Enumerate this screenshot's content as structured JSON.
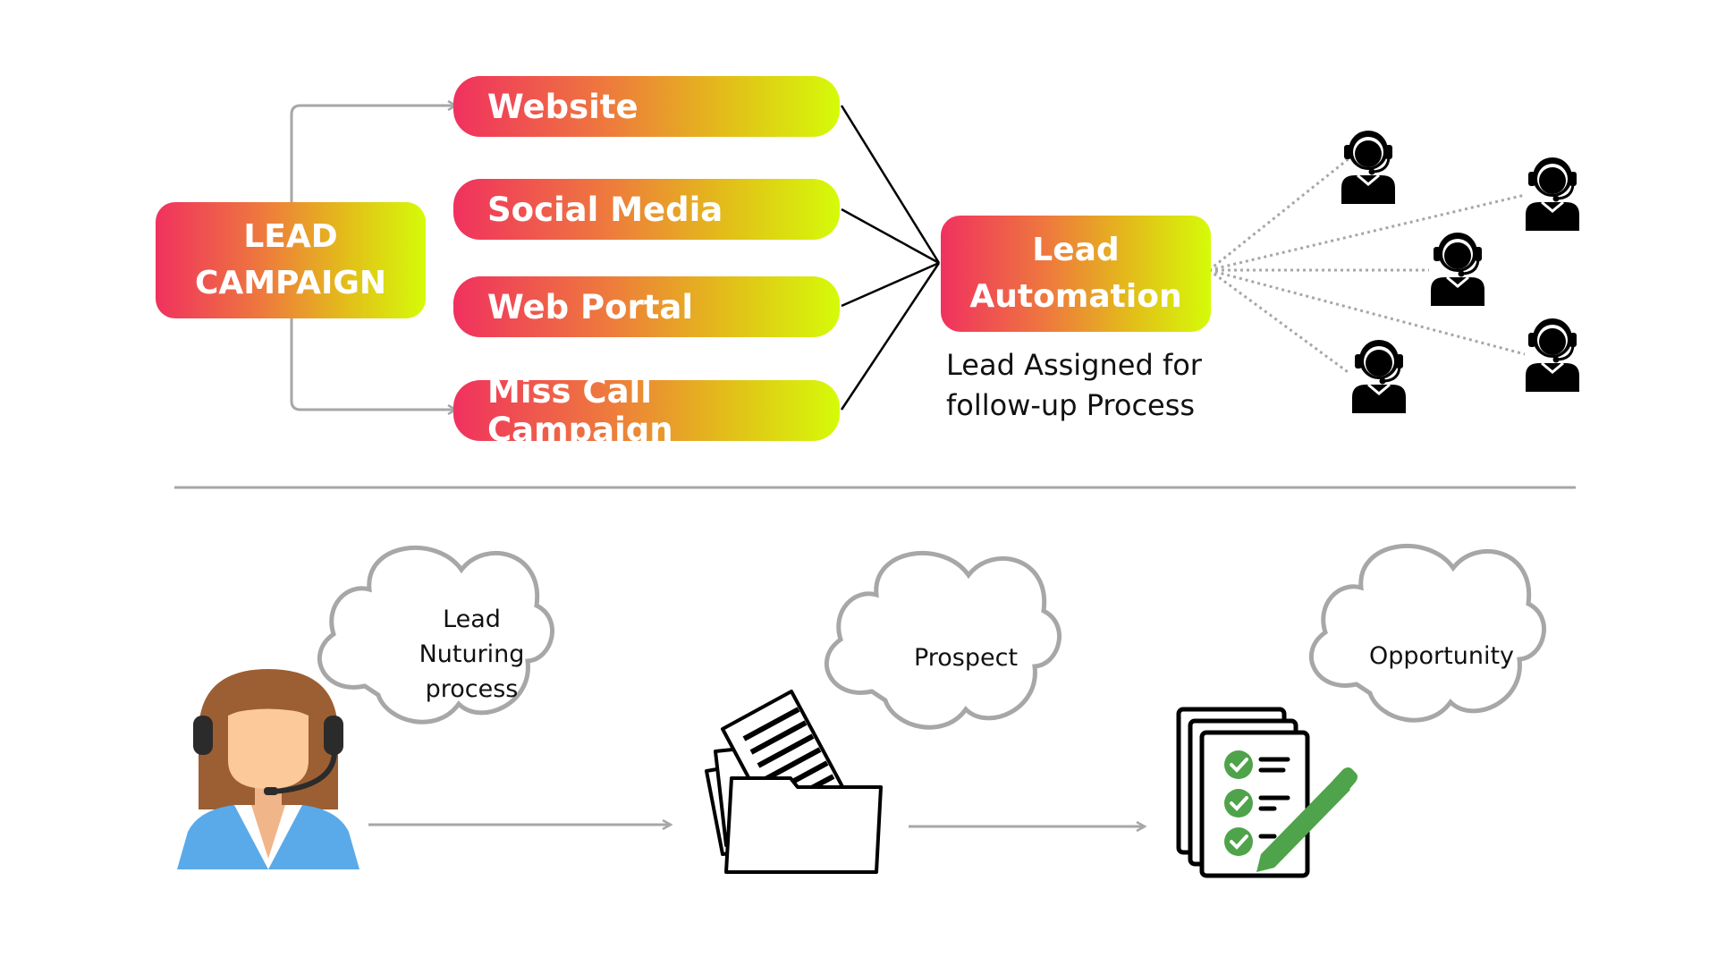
{
  "campaign": {
    "line1": "LEAD",
    "line2": "CAMPAIGN"
  },
  "sources": [
    "Website",
    "Social Media",
    "Web Portal",
    "Miss Call Campaign"
  ],
  "automation": {
    "line1": "Lead",
    "line2": "Automation",
    "caption_line1": "Lead Assigned for",
    "caption_line2": "follow-up Process"
  },
  "stages": {
    "nurturing": [
      "Lead",
      "Nuturing",
      "process"
    ],
    "prospect": "Prospect",
    "opportunity": "Opportunity"
  },
  "agent_icon_count": 6,
  "colors": {
    "gradient_start": "#f0315f",
    "gradient_mid": "#e3bc1a",
    "gradient_end": "#d5fb08",
    "connector_gray": "#a7a7a7",
    "check_green": "#4fa34a",
    "jacket_blue": "#5aaae9",
    "hair_brown": "#9c5f33",
    "skin": "#fbc99a"
  },
  "icons": [
    "headset-agent-icon",
    "female-agent-icon",
    "documents-folder-icon",
    "checklist-pencil-icon",
    "cloud-icon"
  ]
}
